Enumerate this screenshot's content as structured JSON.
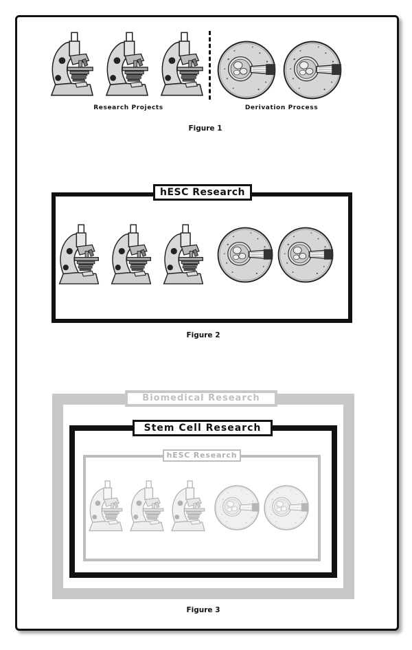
{
  "figure1": {
    "caption": "Figure 1",
    "left_label": "Research Projects",
    "right_label": "Derivation Process",
    "icons": [
      "microscope-icon",
      "microscope-icon",
      "microscope-icon",
      "embryo-dish-icon",
      "embryo-dish-icon"
    ]
  },
  "figure2": {
    "caption": "Figure 2",
    "frame_title": "hESC Research",
    "icons": [
      "microscope-icon",
      "microscope-icon",
      "microscope-icon",
      "embryo-dish-icon",
      "embryo-dish-icon"
    ]
  },
  "figure3": {
    "caption": "Figure 3",
    "outer_title": "Biomedical Research",
    "middle_title": "Stem Cell Research",
    "inner_title": "hESC Research",
    "icons": [
      "microscope-icon",
      "microscope-icon",
      "microscope-icon",
      "embryo-dish-icon",
      "embryo-dish-icon"
    ]
  },
  "colors": {
    "ink": "#111111",
    "gray_frame": "#c8c8c8",
    "dish_fill": "#d9d9d9",
    "faded_gray": "#bdbdbd"
  }
}
